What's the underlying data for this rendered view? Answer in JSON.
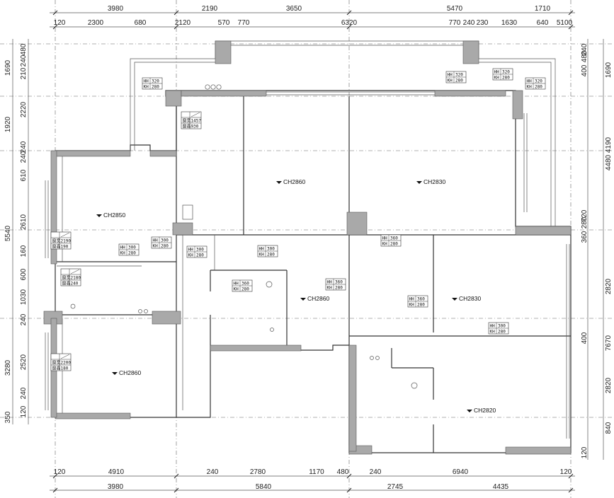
{
  "dims_top_outer": [
    "3980",
    "2190",
    "3650",
    "5470",
    "1710"
  ],
  "dims_top_inner": [
    "120",
    "2300",
    "680",
    "2120",
    "570",
    "770",
    "6320",
    "770",
    "240",
    "230",
    "1630",
    "640",
    "5100"
  ],
  "dims_bottom_inner": [
    "120",
    "4910",
    "240",
    "2780",
    "1170",
    "480",
    "240",
    "6940",
    "120"
  ],
  "dims_bottom_outer": [
    "3980",
    "5840",
    "2745",
    "4435"
  ],
  "dims_left_outer": [
    "1690",
    "1920",
    "5540",
    "3280",
    "350"
  ],
  "dims_left_inner": [
    "480",
    "240",
    "210",
    "2220",
    "240",
    "240",
    "610",
    "2610",
    "160",
    "600",
    "1030",
    "240",
    "2520",
    "240",
    "120"
  ],
  "dims_right_outer": [
    "1690",
    "4190",
    "4480",
    "2820",
    "7670",
    "2820",
    "840"
  ],
  "dims_right_inner": [
    "240",
    "480",
    "400",
    "720",
    "280",
    "360",
    "400",
    "120"
  ],
  "ceiling_heights": [
    "CH2850",
    "CH2860",
    "CH2830",
    "CH2860",
    "CH2830",
    "CH2860",
    "CH2820"
  ],
  "beam_tags": [
    [
      "HH",
      "320",
      "KH",
      "280"
    ],
    [
      "HH",
      "320",
      "KH",
      "280"
    ],
    [
      "HH",
      "320",
      "KH",
      "280"
    ],
    [
      "HH",
      "320",
      "KH",
      "280"
    ],
    [
      "HH",
      "300",
      "KH",
      "280"
    ],
    [
      "HH",
      "300",
      "KH",
      "280"
    ],
    [
      "HH",
      "300",
      "KH",
      "280"
    ],
    [
      "HH",
      "300",
      "KH",
      "280"
    ],
    [
      "HH",
      "360",
      "KH",
      "280"
    ],
    [
      "HH",
      "360",
      "KH",
      "280"
    ],
    [
      "HH",
      "360",
      "KH",
      "280"
    ],
    [
      "HH",
      "360",
      "KH",
      "280"
    ],
    [
      "HH",
      "300",
      "KH",
      "280"
    ]
  ],
  "window_tags": [
    [
      "窗宽",
      "1457",
      "窗高",
      "930"
    ],
    [
      "窗宽",
      "2190",
      "窗高",
      "190"
    ],
    [
      "窗宽",
      "2180",
      "窗高",
      "240"
    ],
    [
      "窗宽",
      "2200",
      "窗高",
      "180"
    ]
  ]
}
